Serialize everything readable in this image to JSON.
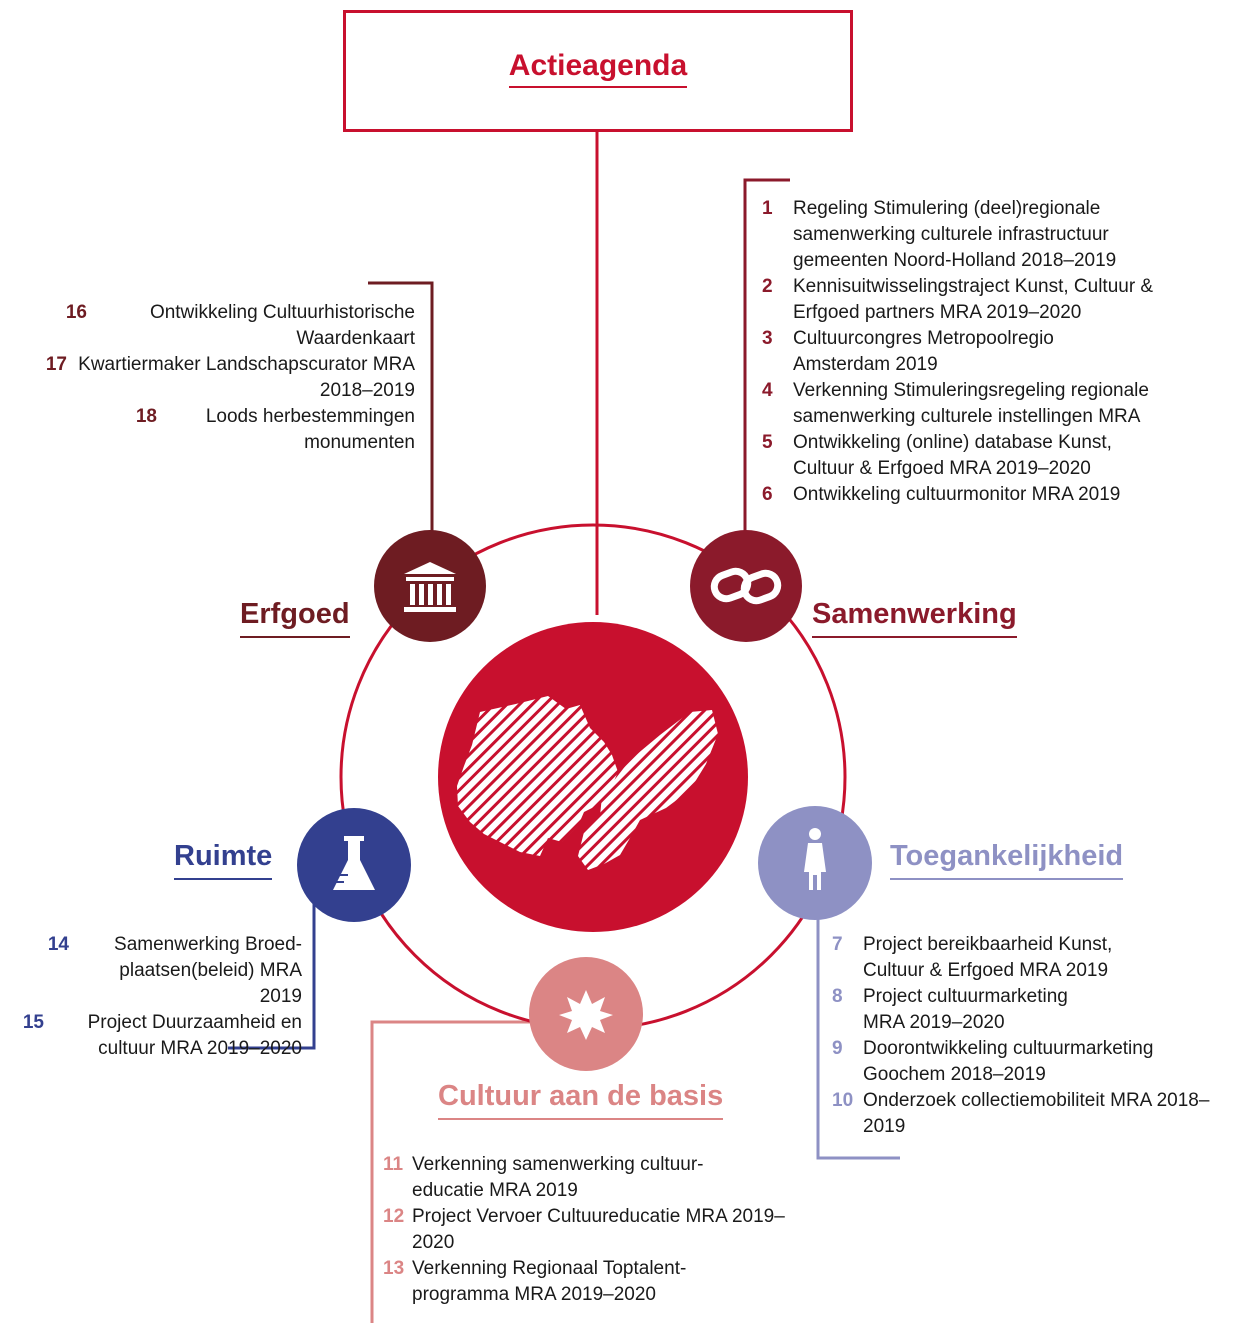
{
  "title": "Actieagenda",
  "colors": {
    "red": "#c8102e",
    "dark_red": "#8b1a2b",
    "maroon": "#6e1c22",
    "navy": "#33408f",
    "lavender": "#8e91c4",
    "pink": "#db8585"
  },
  "themes": {
    "samenwerking": {
      "label": "Samenwerking",
      "icon": "link-icon",
      "items": [
        {
          "num": "1",
          "text": "Regeling Stimulering (deel)regionale samenwerking culturele infrastructuur gemeenten Noord-Holland 2018–2019"
        },
        {
          "num": "2",
          "text": "Kennisuitwisselingstraject Kunst, Cultuur & Erfgoed partners MRA 2019–2020"
        },
        {
          "num": "3",
          "text": "Cultuurcongres Metropoolregio Amsterdam 2019"
        },
        {
          "num": "4",
          "text": "Verkenning Stimuleringsregeling regionale samenwerking culturele instellingen MRA"
        },
        {
          "num": "5",
          "text": "Ontwikkeling (online) database Kunst, Cultuur & Erfgoed MRA 2019–2020"
        },
        {
          "num": "6",
          "text": "Ontwikkeling cultuurmonitor MRA 2019"
        }
      ]
    },
    "erfgoed": {
      "label": "Erfgoed",
      "icon": "museum-icon",
      "items": [
        {
          "num": "16",
          "text": "Ontwikkeling Cultuurhistorische Waardenkaart"
        },
        {
          "num": "17",
          "text": "Kwartiermaker Landschapscurator MRA 2018–2019"
        },
        {
          "num": "18",
          "text": "Loods herbestemmingen monumenten"
        }
      ]
    },
    "ruimte": {
      "label": "Ruimte",
      "icon": "flask-icon",
      "items": [
        {
          "num": "14",
          "text": "Samenwerking Broed-plaatsen(beleid) MRA 2019"
        },
        {
          "num": "15",
          "text": "Project Duurzaamheid en cultuur MRA 2019–2020"
        }
      ]
    },
    "toegankelijkheid": {
      "label": "Toegankelijkheid",
      "icon": "person-icon",
      "items": [
        {
          "num": "7",
          "text": "Project bereikbaarheid Kunst, Cultuur & Erfgoed MRA 2019"
        },
        {
          "num": "8",
          "text": "Project cultuurmarketing MRA 2019–2020"
        },
        {
          "num": "9",
          "text": "Doorontwikkeling cultuurmarketing Goochem 2018–2019"
        },
        {
          "num": "10",
          "text": "Onderzoek collectiemobiliteit MRA 2018–2019"
        }
      ]
    },
    "cultuur": {
      "label": "Cultuur aan de basis",
      "icon": "star-icon",
      "items": [
        {
          "num": "11",
          "text": "Verkenning samenwerking cultuur-educatie MRA 2019"
        },
        {
          "num": "12",
          "text": "Project Vervoer Cultuureducatie MRA 2019–2020"
        },
        {
          "num": "13",
          "text": "Verkenning Regionaal Toptalent-programma MRA 2019–2020"
        }
      ]
    }
  }
}
